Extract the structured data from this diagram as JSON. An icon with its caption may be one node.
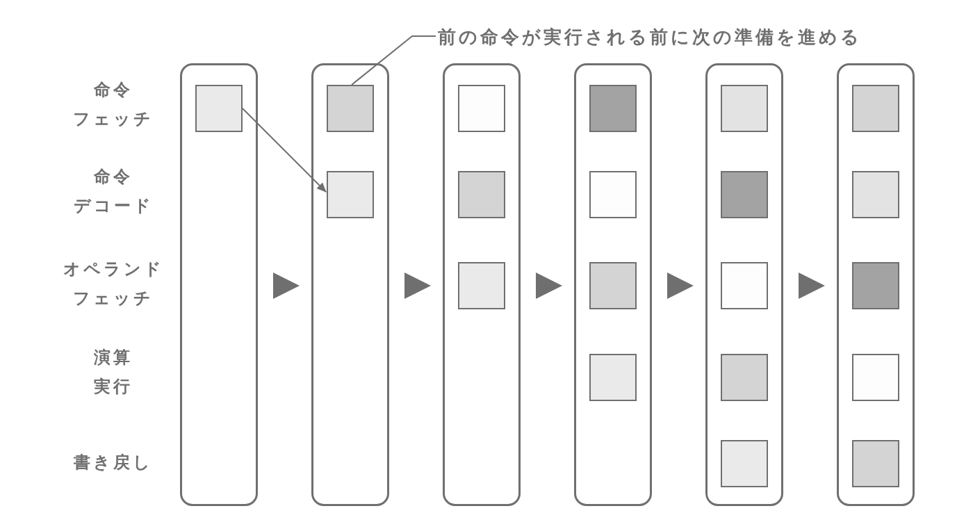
{
  "diagram": {
    "nodes": [
      {
        "text": [
          "前の命令が実行される前に次の準備を進める"
        ]
      },
      {
        "text": [],
        "shape": "box"
      },
      {
        "text": [],
        "shape": "box",
        "in": 1
      },
      {
        "text": [],
        "shape": "box"
      },
      {
        "text": [],
        "shape": "box",
        "in": 3
      },
      {
        "text": [],
        "shape": "box",
        "in": 3
      },
      {
        "text": [],
        "shape": "box"
      },
      {
        "text": [],
        "shape": "box",
        "in": 6
      },
      {
        "text": [],
        "shape": "box",
        "in": 6
      },
      {
        "text": [],
        "shape": "box",
        "in": 6
      },
      {
        "text": [],
        "shape": "box"
      },
      {
        "text": [],
        "shape": "box",
        "in": 10
      },
      {
        "text": [],
        "shape": "box",
        "in": 10
      },
      {
        "text": [],
        "shape": "box",
        "in": 10
      },
      {
        "text": [],
        "shape": "box",
        "in": 10
      },
      {
        "text": [],
        "shape": "box"
      },
      {
        "text": [],
        "shape": "box",
        "in": 15
      },
      {
        "text": [],
        "shape": "box",
        "in": 15
      },
      {
        "text": [],
        "shape": "box",
        "in": 15
      },
      {
        "text": [],
        "shape": "box",
        "in": 15
      },
      {
        "text": [],
        "shape": "box",
        "in": 15
      },
      {
        "text": [],
        "shape": "box"
      },
      {
        "text": [],
        "shape": "box",
        "in": 21
      },
      {
        "text": [],
        "shape": "box",
        "in": 21
      },
      {
        "text": [],
        "shape": "box",
        "in": 21
      },
      {
        "text": [],
        "shape": "box",
        "in": 21
      },
      {
        "text": [],
        "shape": "box",
        "in": 21
      }
    ],
    "edges": [
      {
        "from": 0,
        "to": 4,
        "arrow": "none"
      },
      {
        "from": 2,
        "to": 5,
        "arrow": "to"
      },
      {
        "from": 1,
        "to": 3,
        "arrow": "to"
      },
      {
        "from": 3,
        "to": 6,
        "arrow": "to"
      },
      {
        "from": 6,
        "to": 10,
        "arrow": "to"
      },
      {
        "from": 10,
        "to": 15,
        "arrow": "to"
      },
      {
        "from": 15,
        "to": 21,
        "arrow": "to"
      }
    ],
    "labels": [
      "命令フェッチ",
      "命令デコード",
      "オペランドフェッチ",
      "演算実行",
      "書き戻し"
    ]
  }
}
